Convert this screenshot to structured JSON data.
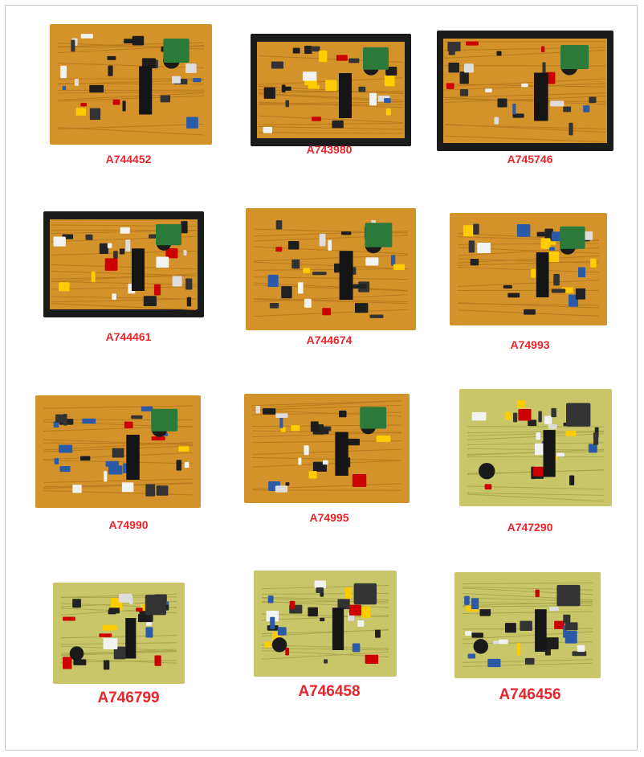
{
  "colors": {
    "label": "#e8252b",
    "pcb_orange": "#d4932a",
    "pcb_yellow": "#c9c66a",
    "case_black": "#1b1b1b"
  },
  "items": [
    {
      "label": "A744452",
      "style": "orange",
      "encased": false
    },
    {
      "label": "A743980",
      "style": "orange",
      "encased": true
    },
    {
      "label": "A745746",
      "style": "orange",
      "encased": true
    },
    {
      "label": "A744461",
      "style": "orange",
      "encased": true
    },
    {
      "label": "A744674",
      "style": "orange",
      "encased": false
    },
    {
      "label": "A74993",
      "style": "orange",
      "encased": false
    },
    {
      "label": "A74990",
      "style": "orange",
      "encased": false
    },
    {
      "label": "A74995",
      "style": "orange",
      "encased": false
    },
    {
      "label": "A747290",
      "style": "yellow",
      "encased": false
    },
    {
      "label": "A746799",
      "style": "yellow",
      "encased": false
    },
    {
      "label": "A746458",
      "style": "yellow",
      "encased": false
    },
    {
      "label": "A746456",
      "style": "yellow",
      "encased": false
    }
  ]
}
